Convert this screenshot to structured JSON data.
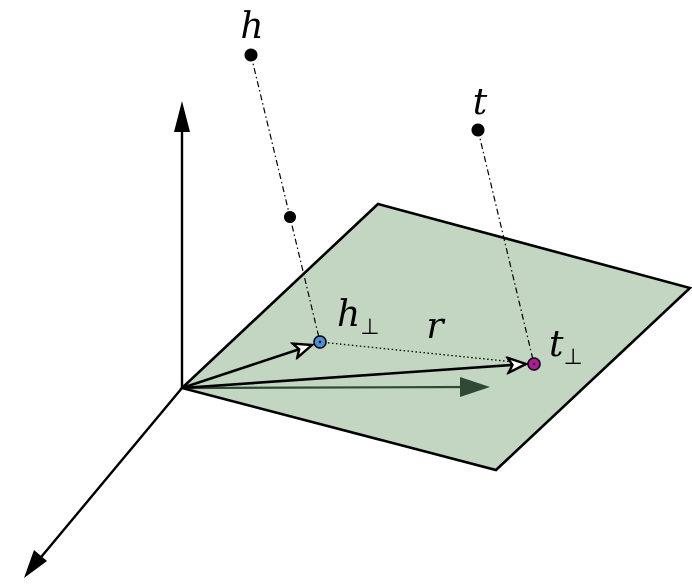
{
  "labels": {
    "h": "h",
    "t": "t",
    "h_perp_base": "h",
    "h_perp_sub": "⊥",
    "t_perp_base": "t",
    "t_perp_sub": "⊥",
    "r": "r"
  },
  "colors": {
    "plane_fill": "#c2d6c2",
    "plane_stroke": "#000000",
    "axis": "#000000",
    "plane_vector": "#2e4a36",
    "h_perp_point": "#4a90d9",
    "t_perp_point": "#b5179e",
    "points": "#000000"
  }
}
